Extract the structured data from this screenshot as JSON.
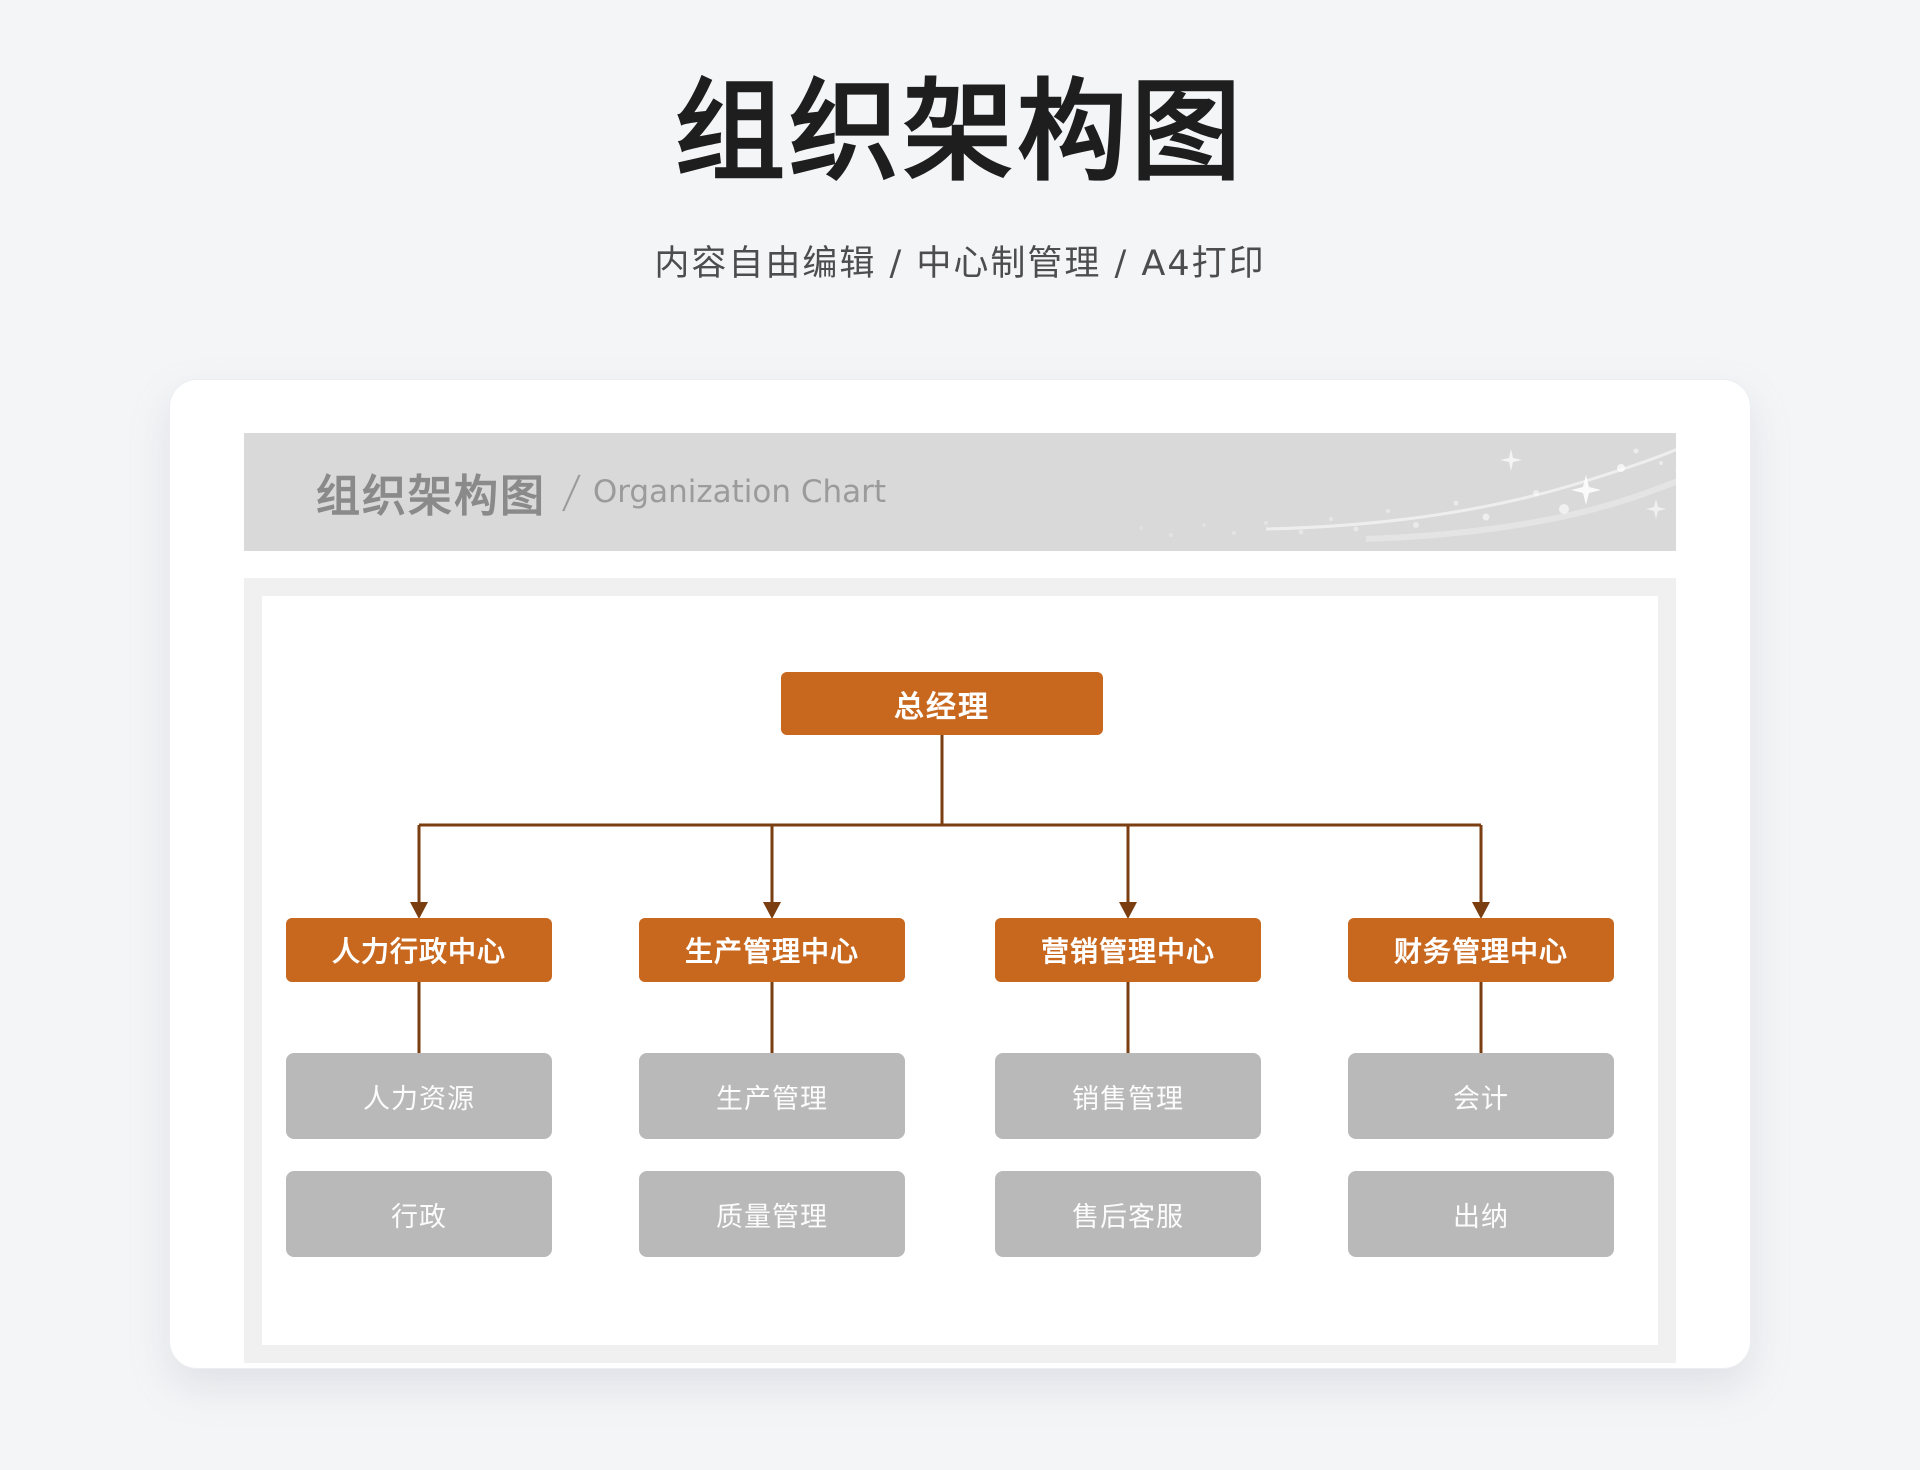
{
  "page": {
    "title": "组织架构图",
    "subtitle": "内容自由编辑 / 中心制管理 / A4打印"
  },
  "banner": {
    "title_cn": "组织架构图",
    "divider": "/",
    "title_en": "Organization Chart"
  },
  "org": {
    "root": {
      "label": "总经理"
    },
    "branches": [
      {
        "label": "人力行政中心",
        "children": [
          "人力资源",
          "行政"
        ]
      },
      {
        "label": "生产管理中心",
        "children": [
          "生产管理",
          "质量管理"
        ]
      },
      {
        "label": "营销管理中心",
        "children": [
          "销售管理",
          "售后客服"
        ]
      },
      {
        "label": "财务管理中心",
        "children": [
          "会计",
          "出纳"
        ]
      }
    ]
  },
  "colors": {
    "accent_orange": "#c8671e",
    "connector_brown": "#7a3e10",
    "gray_node": "#b9b9b9",
    "banner_gray": "#d9d9d9",
    "panel_frame": "#f0f0f1",
    "page_background": "#f4f5f7"
  }
}
